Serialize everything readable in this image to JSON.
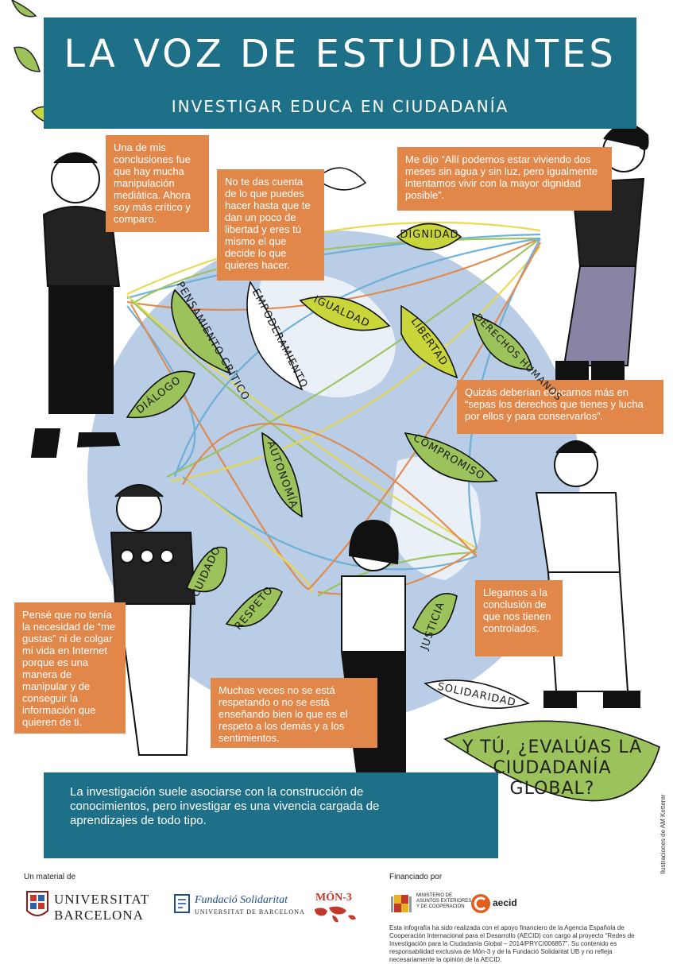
{
  "header": {
    "title": "LA VOZ DE ESTUDIANTES",
    "subtitle": "INVESTIGAR EDUCA EN CIUDADANÍA"
  },
  "quotes": {
    "q1": "Una de mis conclusiones fue que hay mucha manipulación mediática. Ahora soy más crítico y comparo.",
    "q2": "No te das cuenta de lo que puedes hacer hasta que te dan un poco de libertad y eres tú mismo el que decide lo que quieres hacer.",
    "q3": "Me dijo “Allí podemos estar viviendo dos meses sin agua y sin luz, pero igualmente intentamos vivir con la mayor dignidad posible”.",
    "q4": "Quizás deberían educarnos más en “sepas los derechos que tienes y lucha por ellos y para conservarlos”.",
    "q5": "Pensé que no tenía la necesidad de “me gustas” ni de colgar mi vida en Internet porque es una manera de manipular y de conseguir la información que quieren de ti.",
    "q6": "Muchas veces no se está respetando o no se está enseñando bien lo que es el respeto a los demás y a los sentimientos.",
    "q7": "Llegamos a la conclusión de que nos tienen controlados."
  },
  "leaves": {
    "dignidad": "DIGNIDAD",
    "pensamiento": "PENSAMIENTO CRÍTICO",
    "empoderamiento": "EMPODERAMIENTO",
    "igualdad": "IGUALDAD",
    "libertad": "LIBERTAD",
    "derechos": "DERECHOS HUMANOS",
    "dialogo": "DIÁLOGO",
    "compromiso": "COMPROMISO",
    "autonomia": "AUTONOMÍA",
    "cuidado": "CUIDADO",
    "respeto": "RESPETO",
    "justicia": "JUSTICIA",
    "solidaridad": "SOLIDARIDAD"
  },
  "bottom": {
    "text": "La investigación suele asociarse con la construcción de conocimientos, pero investigar es una vivencia cargada de aprendizajes de todo tipo.",
    "question": "Y TÚ, ¿EVALÚAS LA CIUDADANÍA GLOBAL?"
  },
  "footer": {
    "material_label": "Un material de",
    "ub_line1": "UNIVERSITAT",
    "ub_line2": "BARCELONA",
    "fundacio_line1": "Fundació Solidaritat",
    "fundacio_line2": "UNIVERSITAT DE BARCELONA",
    "mon3": "MÓN-3",
    "financiado_label": "Financiado por",
    "ministerio": "MINISTERIO DE ASUNTOS EXTERIORES Y DE COOPERACIÓN",
    "aecid": "aecid",
    "disclaimer": "Esta infografía ha sido realizada con el apoyo financiero de la Agencia Española de Cooperación Internacional para el Desarrollo (AECID) con cargo al proyecto “Redes de Investigación para la Ciudadanía Global – 2014/PRYC/006857”. Su contenido es responsabilidad exclusiva de Món-3 y de la Fundació Solidaritat UB y no refleja necesariamente la opinión de la AECID.",
    "credit": "Ilustraciones de AM Ketterer"
  },
  "colors": {
    "teal": "#1d7087",
    "orange": "#e2874a",
    "leaf_green": "#9bc25b",
    "leaf_yellow": "#c8d63a",
    "globe": "#b9cde6"
  }
}
